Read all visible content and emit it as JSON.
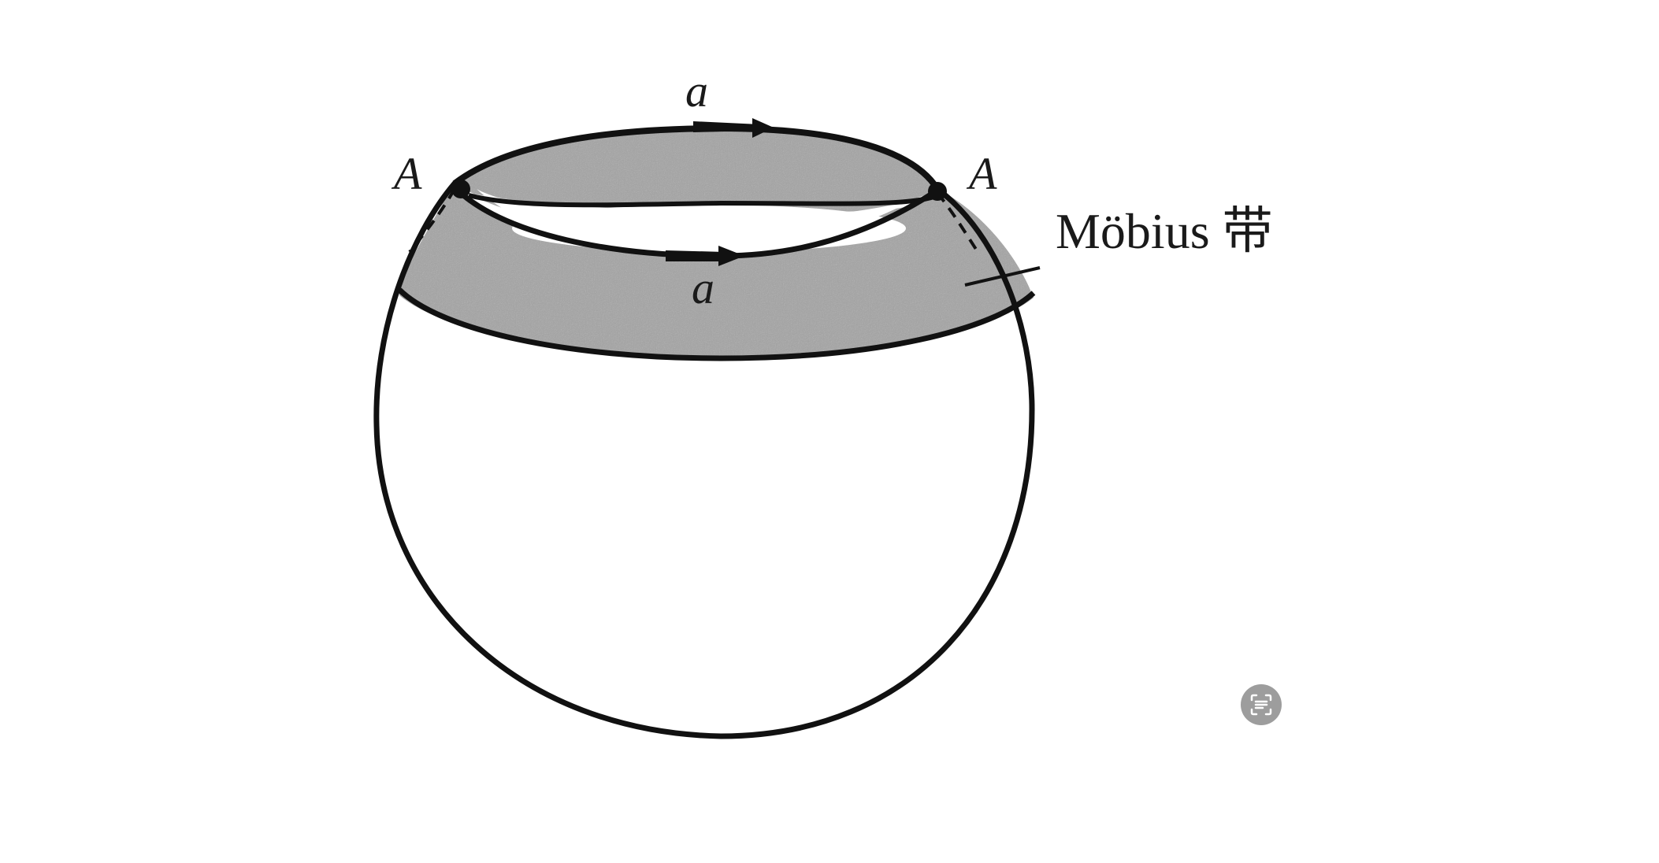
{
  "labels": {
    "top_edge": "a",
    "bottom_edge": "a",
    "left_point": "A",
    "right_point": "A",
    "band": "Möbius 带"
  },
  "colors": {
    "band_fill": "#a4a4a4",
    "stroke": "#111111",
    "background": "#ffffff",
    "lens_button": "#9d9d9d"
  },
  "icons": {
    "lens_button": "text-scan-icon"
  }
}
